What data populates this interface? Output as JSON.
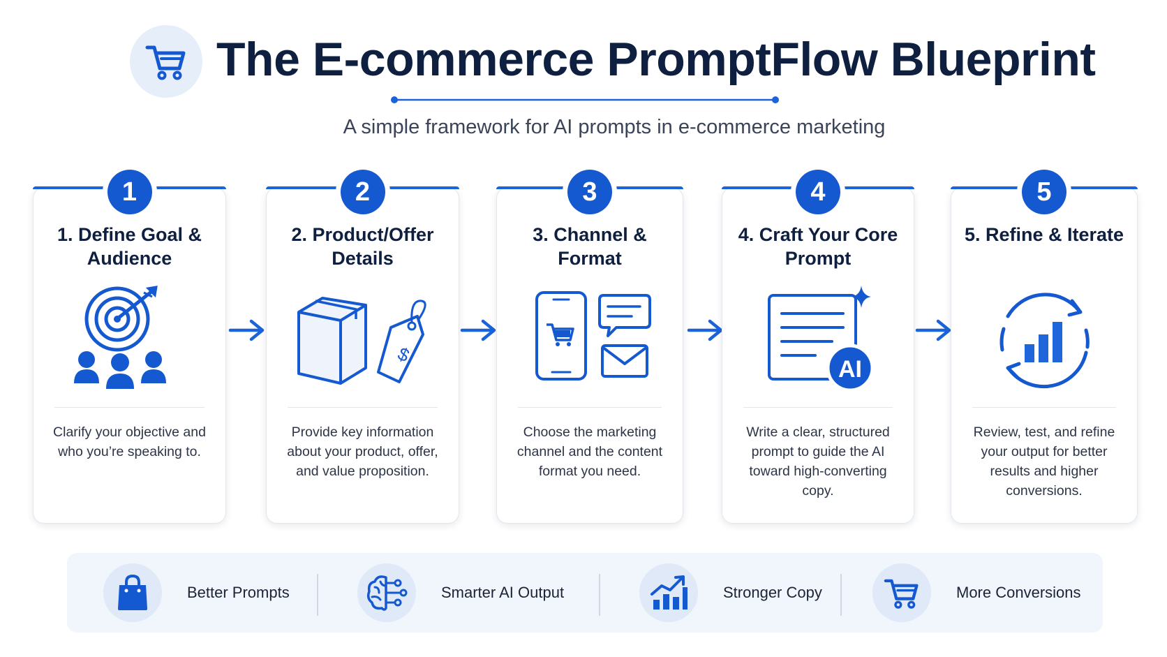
{
  "header": {
    "title": "The E-commerce PromptFlow Blueprint",
    "subtitle": "A simple framework for AI prompts in e-commerce marketing",
    "logo_icon": "shopping-cart-icon"
  },
  "colors": {
    "primary": "#1559d0",
    "title": "#0e1f3f",
    "card_border": "#e2e7ef",
    "bar_background": "#f1f5fc"
  },
  "steps": [
    {
      "number": "1",
      "title": "1. Define Goal & Audience",
      "description": "Clarify your objective and who you’re speaking to.",
      "icon": "target-audience-icon"
    },
    {
      "number": "2",
      "title": "2. Product/Offer Details",
      "description": "Provide key information about your product, offer, and value proposition.",
      "icon": "box-and-price-tag-icon"
    },
    {
      "number": "3",
      "title": "3. Channel & Format",
      "description": "Choose the marketing channel and the content format you need.",
      "icon": "phone-chat-email-icon"
    },
    {
      "number": "4",
      "title": "4. Craft Your Core Prompt",
      "description": "Write a clear, structured prompt to guide the AI toward high-converting copy.",
      "icon": "ai-document-icon"
    },
    {
      "number": "5",
      "title": "5. Refine & Iterate",
      "description": "Review, test, and refine your output for better results and higher conversions.",
      "icon": "refresh-chart-icon"
    }
  ],
  "benefits": [
    {
      "label": "Better Prompts",
      "icon": "shopping-bag-icon"
    },
    {
      "label": "Smarter AI Output",
      "icon": "brain-circuit-icon"
    },
    {
      "label": "Stronger Copy",
      "icon": "growth-chart-icon"
    },
    {
      "label": "More Conversions",
      "icon": "shopping-cart-icon"
    }
  ]
}
